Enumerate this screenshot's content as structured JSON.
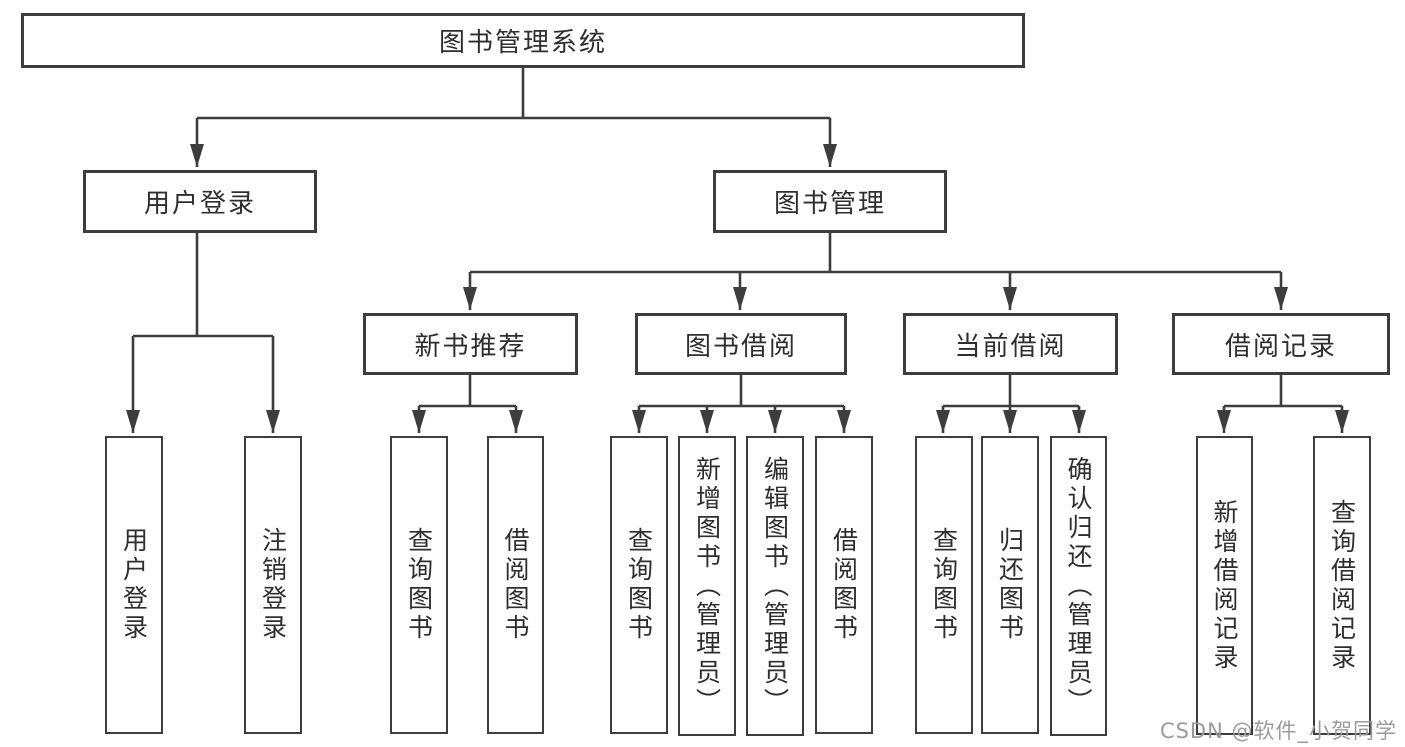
{
  "colors": {
    "line": "#3d3d3d",
    "text": "#2e2e2e",
    "watermark": "#9b9b9b",
    "background": "#ffffff"
  },
  "watermark": "CSDN @软件_小贺同学",
  "tree": {
    "root": "图书管理系统",
    "branches": [
      {
        "label": "用户登录",
        "children": [
          "用户登录",
          "注销登录"
        ]
      },
      {
        "label": "图书管理",
        "groups": [
          {
            "label": "新书推荐",
            "children": [
              "查询图书",
              "借阅图书"
            ]
          },
          {
            "label": "图书借阅",
            "children": [
              "查询图书",
              "新增图书（管理员）",
              "编辑图书（管理员）",
              "借阅图书"
            ]
          },
          {
            "label": "当前借阅",
            "children": [
              "查询图书",
              "归还图书",
              "确认归还（管理员）"
            ]
          },
          {
            "label": "借阅记录",
            "children": [
              "新增借阅记录",
              "查询借阅记录"
            ]
          }
        ]
      }
    ]
  }
}
